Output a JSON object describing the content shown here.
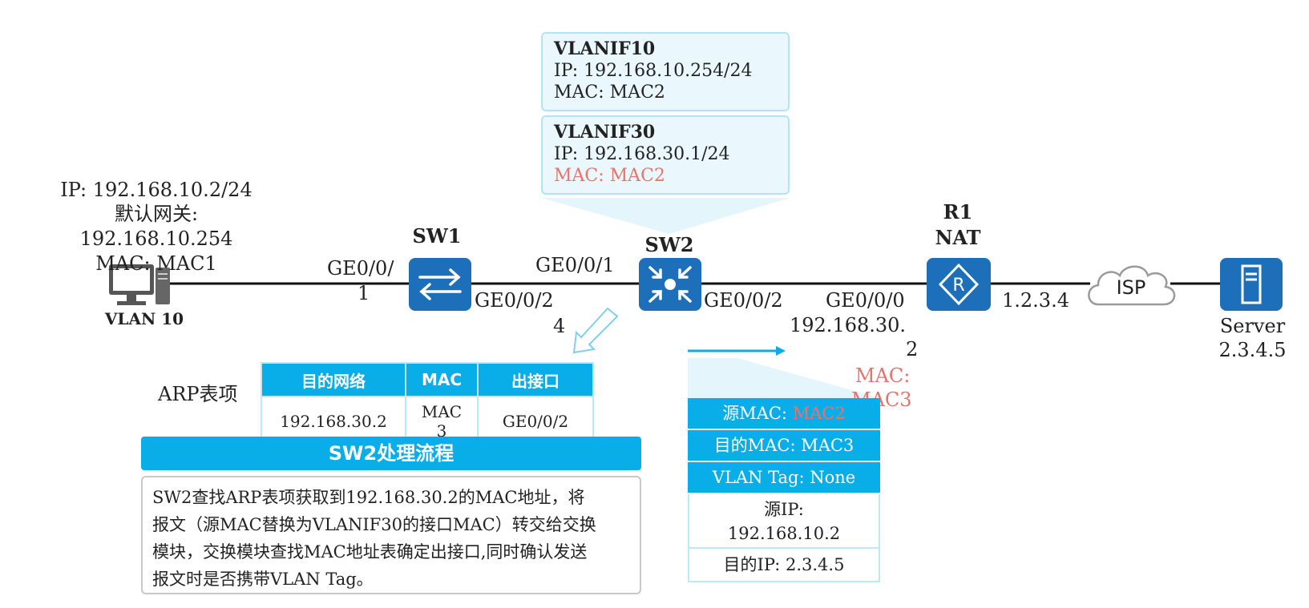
{
  "host": {
    "ip": "IP: 192.168.10.2/24",
    "gateway_label": "默认网关:",
    "gateway_ip": "192.168.10.254",
    "mac": "MAC: MAC1",
    "vlan": "VLAN 10"
  },
  "sw1": {
    "name": "SW1",
    "port_left_a": "GE0/0/",
    "port_left_b": "1",
    "port_right_a": "GE0/0/2",
    "port_right_b": "4"
  },
  "sw2": {
    "name": "SW2",
    "port_left": "GE0/0/1",
    "port_right": "GE0/0/2"
  },
  "vlanif10": {
    "title": "VLANIF10",
    "ip": "IP: 192.168.10.254/24",
    "mac": "MAC: MAC2"
  },
  "vlanif30": {
    "title": "VLANIF30",
    "ip": "IP: 192.168.30.1/24",
    "mac": "MAC: MAC2"
  },
  "r1": {
    "name": "R1",
    "role": "NAT",
    "port": "GE0/0/0",
    "ip_a": "192.168.30.",
    "ip_b": "2",
    "mac_a": "MAC:",
    "mac_b": "MAC3",
    "wan_ip": "1.2.3.4"
  },
  "isp": {
    "label": "ISP"
  },
  "server": {
    "name": "Server",
    "ip": "2.3.4.5"
  },
  "arp": {
    "label": "ARP表项",
    "headers": [
      "目的网络",
      "MAC",
      "出接口"
    ],
    "row": {
      "network": "192.168.30.2",
      "mac_a": "MAC",
      "mac_b": "3",
      "interface": "GE0/0/2"
    }
  },
  "process": {
    "title": "SW2处理流程",
    "lines": [
      "SW2查找ARP表项获取到192.168.30.2的MAC地址，将",
      "报文（源MAC替换为VLANIF30的接口MAC）转交给交换",
      "模块，交换模块查找MAC地址表确定出接口,同时确认发送",
      "报文时是否携带VLAN Tag。"
    ]
  },
  "packet": {
    "src_mac_label": "源MAC: ",
    "src_mac_value": "MAC2",
    "dst_mac": "目的MAC: MAC3",
    "vlan_tag": "VLAN Tag: None",
    "src_ip_label": "源IP:",
    "src_ip_value": "192.168.10.2",
    "dst_ip": "目的IP: 2.3.4.5"
  },
  "colors": {
    "accent": "#09aee8",
    "device": "#1d6fb9",
    "highlight": "#e8736a"
  }
}
